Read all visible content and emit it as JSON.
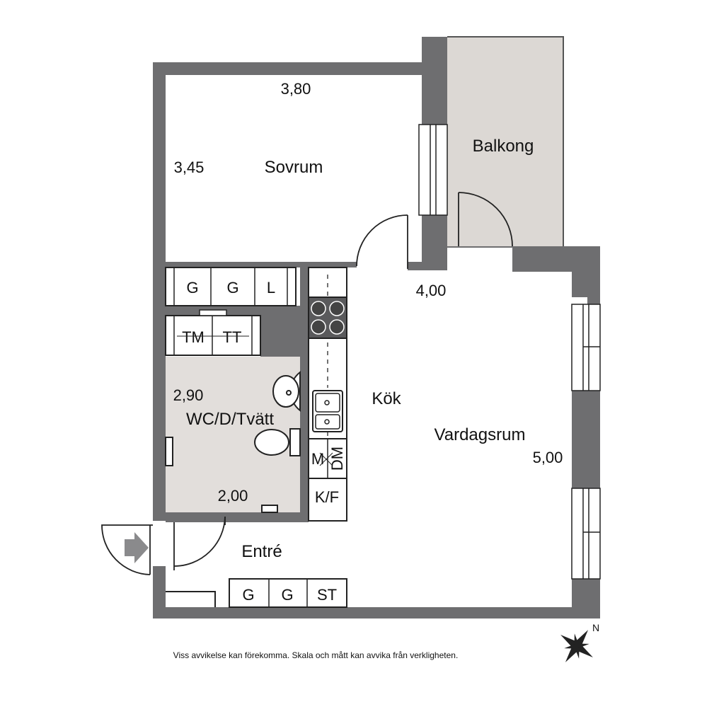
{
  "rooms": {
    "sovrum": "Sovrum",
    "balkong": "Balkong",
    "kok": "Kök",
    "vardagsrum": "Vardagsrum",
    "wc": "WC/D/Tvätt",
    "entre": "Entré"
  },
  "dimensions": {
    "sovrum_width": "3,80",
    "sovrum_depth": "3,45",
    "vardagsrum_width": "4,00",
    "vardagsrum_depth": "5,00",
    "wc_depth": "2,90",
    "wc_width": "2,00"
  },
  "fixtures": {
    "sovrum_wardrobes": [
      "G",
      "G",
      "L"
    ],
    "hall_cabinets": [
      "TM",
      "TT"
    ],
    "kitchen_m": "M",
    "kitchen_dm": "DM",
    "kitchen_kf": "K/F",
    "entre_wardrobes": [
      "G",
      "G",
      "ST"
    ]
  },
  "compass_label": "N",
  "disclaimer": "Viss avvikelse kan förekomma. Skala och mått kan avvika från verkligheten.",
  "colors": {
    "wall": "#6e6e70",
    "wet_room_floor": "#e2dedb",
    "balcony_floor": "#dcd8d4",
    "line": "#222222"
  }
}
